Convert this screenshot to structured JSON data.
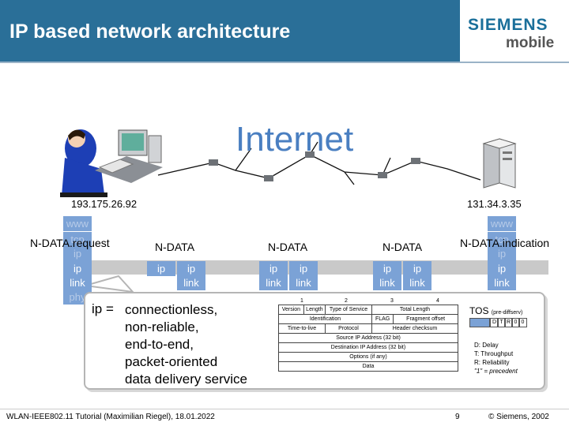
{
  "header": {
    "title": "IP based network architecture"
  },
  "logo": {
    "line1": "SIEMENS",
    "line2": "mobile"
  },
  "network": {
    "internet_label": "Internet",
    "addr_left": "193.175.26.92",
    "addr_right": "131.34.3.35"
  },
  "stacks": {
    "left": [
      "www",
      "tcp",
      "ip",
      "ip",
      "link",
      "phy"
    ],
    "right": [
      "www",
      "tcp",
      "ip",
      "ip",
      "link"
    ],
    "router_top": "ip",
    "router_bottom_left": "link",
    "router_bottom_right": "link"
  },
  "primitives": {
    "request": "N-DATA.request",
    "ndata": "N-DATA",
    "indication": "N-DATA.indication"
  },
  "callout": {
    "ip_label": "ip =",
    "lines": [
      "connectionless,",
      "non-reliable,",
      "end-to-end,",
      "packet-oriented",
      "data delivery service"
    ]
  },
  "ip_header": {
    "byte_numbers": [
      "1",
      "2",
      "3",
      "4"
    ],
    "version": "Version",
    "length": "Length",
    "type_of_service": "Type of Service",
    "total_length": "Total Length",
    "identification": "Identification",
    "flag": "FLAG",
    "fragment_offset": "Fragment offset",
    "ttl": "Time-to-live",
    "protocol": "Protocol",
    "checksum": "Header checksum",
    "source": "Source IP Address (32 bit)",
    "destination": "Destination IP Address (32 bit)",
    "options": "Options (if any)",
    "data": "Data"
  },
  "tos": {
    "title": "TOS",
    "subtitle": "(pre-diffserv)",
    "flags": [
      "D",
      "T",
      "R",
      "0",
      "0"
    ],
    "legend": [
      "D: Delay",
      "T: Throughput",
      "R: Reliability",
      "\"1\" = precedent"
    ]
  },
  "footer": {
    "left": "WLAN-IEEE802.11 Tutorial (Maximilian Riegel), 18.01.2022",
    "page": "9",
    "right": "© Siemens, 2002"
  },
  "colors": {
    "title_bar": "#2a6f98",
    "stack_blue": "#7ba2d6",
    "internet_blue": "#4a7fc1"
  }
}
